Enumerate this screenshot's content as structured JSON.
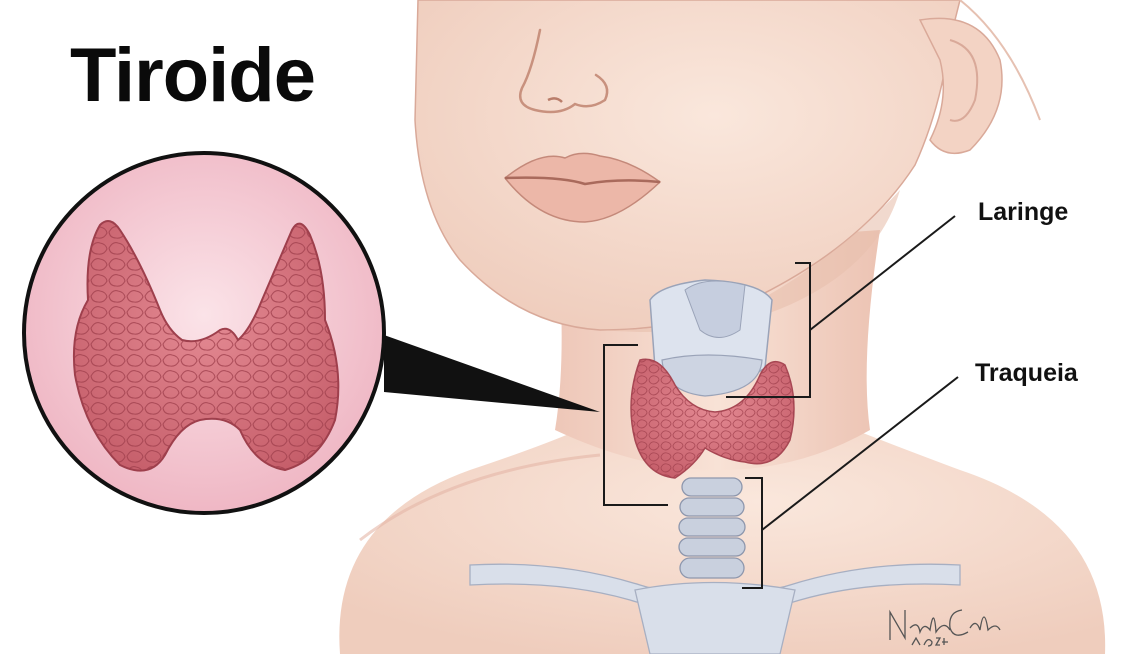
{
  "title": "Tiroide",
  "labels": {
    "larynx": "Laringe",
    "trachea": "Traqueia"
  },
  "signature": {
    "name": "Nadia Coelho",
    "year": "2024"
  },
  "colors": {
    "skin": "#f6ddd0",
    "skin_shadow": "#e9c2b3",
    "thyroid": "#d9737c",
    "thyroid_dark": "#a84854",
    "inset_bg": "#f3c9d2",
    "cartilage": "#cfd6e4",
    "line": "#1a1a1a"
  }
}
